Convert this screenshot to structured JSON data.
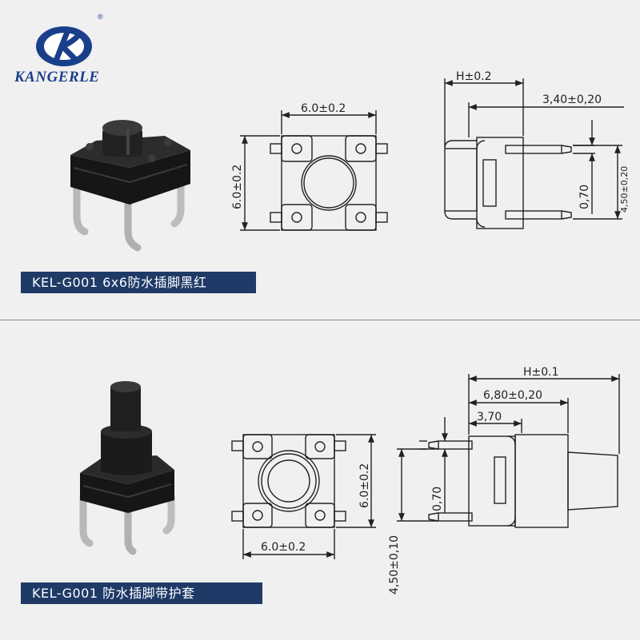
{
  "brand": {
    "name": "KANGERLE",
    "registered": "®",
    "color": "#1a3f8a"
  },
  "products": [
    {
      "caption": "KEL-G001 6x6防水插脚黑红",
      "dims": {
        "top_width": "6.0±0.2",
        "left_height": "6.0±0.2",
        "side_h": "H±0.2",
        "side_offset": "3,40±0,20",
        "pin_gap": "0,70",
        "pin_span": "4,50±0,20"
      }
    },
    {
      "caption": "KEL-G001 防水插脚带护套",
      "dims": {
        "right_height": "6.0±0.2",
        "bottom_width": "6.0±0.2",
        "side_h": "H±0.1",
        "side_body": "6,80±0,20",
        "side_offset": "3,70",
        "pin_gap": "0,70",
        "pin_span": "4,50±0,10"
      }
    }
  ],
  "colors": {
    "caption_bg": "#1f3a67",
    "line": "#222222",
    "body": "#1c1c1c"
  }
}
